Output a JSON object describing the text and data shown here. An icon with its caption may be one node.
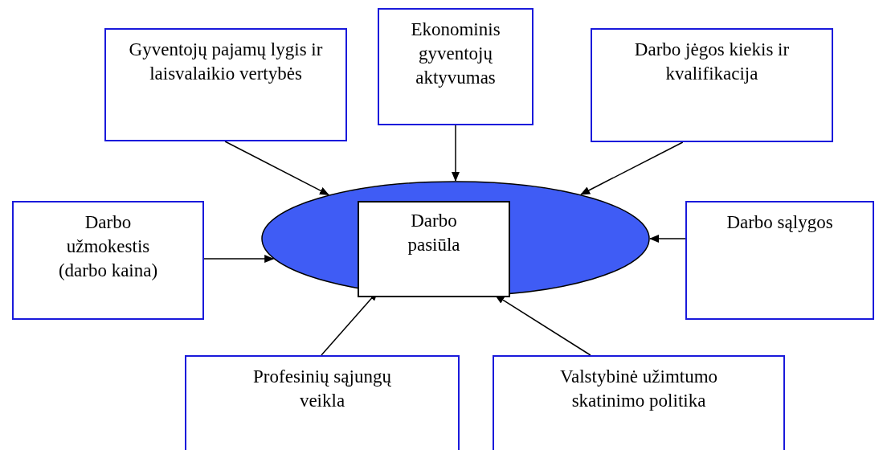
{
  "diagram": {
    "nodes": [
      {
        "text": [],
        "shape": "ellipse"
      },
      {
        "text": [
          "Darbo pasiūla"
        ],
        "in": 0
      },
      {
        "text": [
          "Gyventojų pajamų lygis ir laisvalaikio vertybės"
        ]
      },
      {
        "text": [
          "Ekonominis gyventojų aktyvumas"
        ]
      },
      {
        "text": [
          "Darbo jėgos kiekis ir kvalifikacija"
        ]
      },
      {
        "text": [
          "Darbo užmokestis (darbo kaina)"
        ]
      },
      {
        "text": [
          "Darbo sąlygos"
        ]
      },
      {
        "text": [
          "Profesinių sąjungų veikla"
        ]
      },
      {
        "text": [
          "Valstybinė užimtumo skatinimo politika"
        ]
      }
    ],
    "edges": [
      {
        "from": 2,
        "to": 0,
        "arrow": "to"
      },
      {
        "from": 3,
        "to": 0,
        "arrow": "to"
      },
      {
        "from": 4,
        "to": 0,
        "arrow": "to"
      },
      {
        "from": 5,
        "to": 0,
        "arrow": "to"
      },
      {
        "from": 6,
        "to": 0,
        "arrow": "to"
      },
      {
        "from": 7,
        "to": 0,
        "arrow": "to"
      },
      {
        "from": 8,
        "to": 0,
        "arrow": "to"
      }
    ]
  }
}
